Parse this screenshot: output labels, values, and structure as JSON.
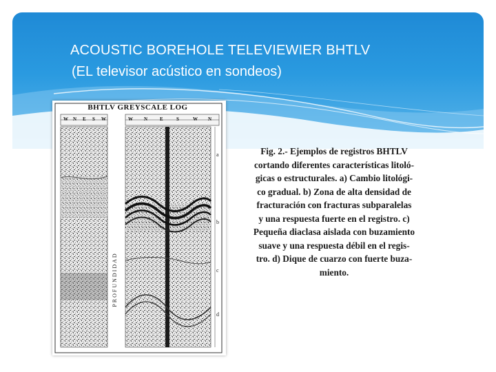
{
  "slide": {
    "title": "ACOUSTIC BOREHOLE TELEVIEWIER BHTLV",
    "subtitle": "(EL televisor acústico en sondeos)"
  },
  "figure": {
    "title": "BHTLV GREYSCALE LOG",
    "depth_axis_label": "PROFUNDIDAD",
    "compass_left": [
      "W",
      "N",
      "E",
      "S",
      "W"
    ],
    "compass_right": [
      "W",
      "N",
      "E",
      "S",
      "W",
      "N"
    ],
    "panel_labels": [
      "a",
      "b",
      "c",
      "d"
    ]
  },
  "caption": {
    "lines": [
      "Fig. 2.- Ejemplos de registros BHTLV",
      "cortando diferentes características litoló-",
      "gicas o estructurales. a) Cambio litológi-",
      "co gradual. b) Zona de alta densidad de",
      "fracturación con fracturas subparalelas",
      "y una respuesta fuerte en el registro. c)",
      "Pequeña diaclasa aislada con buzamiento",
      "suave y una respuesta débil en el regis-",
      "tro. d) Dique de cuarzo con fuerte buza-",
      "miento."
    ]
  },
  "colors": {
    "header_top": "#1f8ad6",
    "header_bottom": "#5fb7ea",
    "title_text": "#ffffff",
    "caption_text": "#1a1a1a"
  }
}
